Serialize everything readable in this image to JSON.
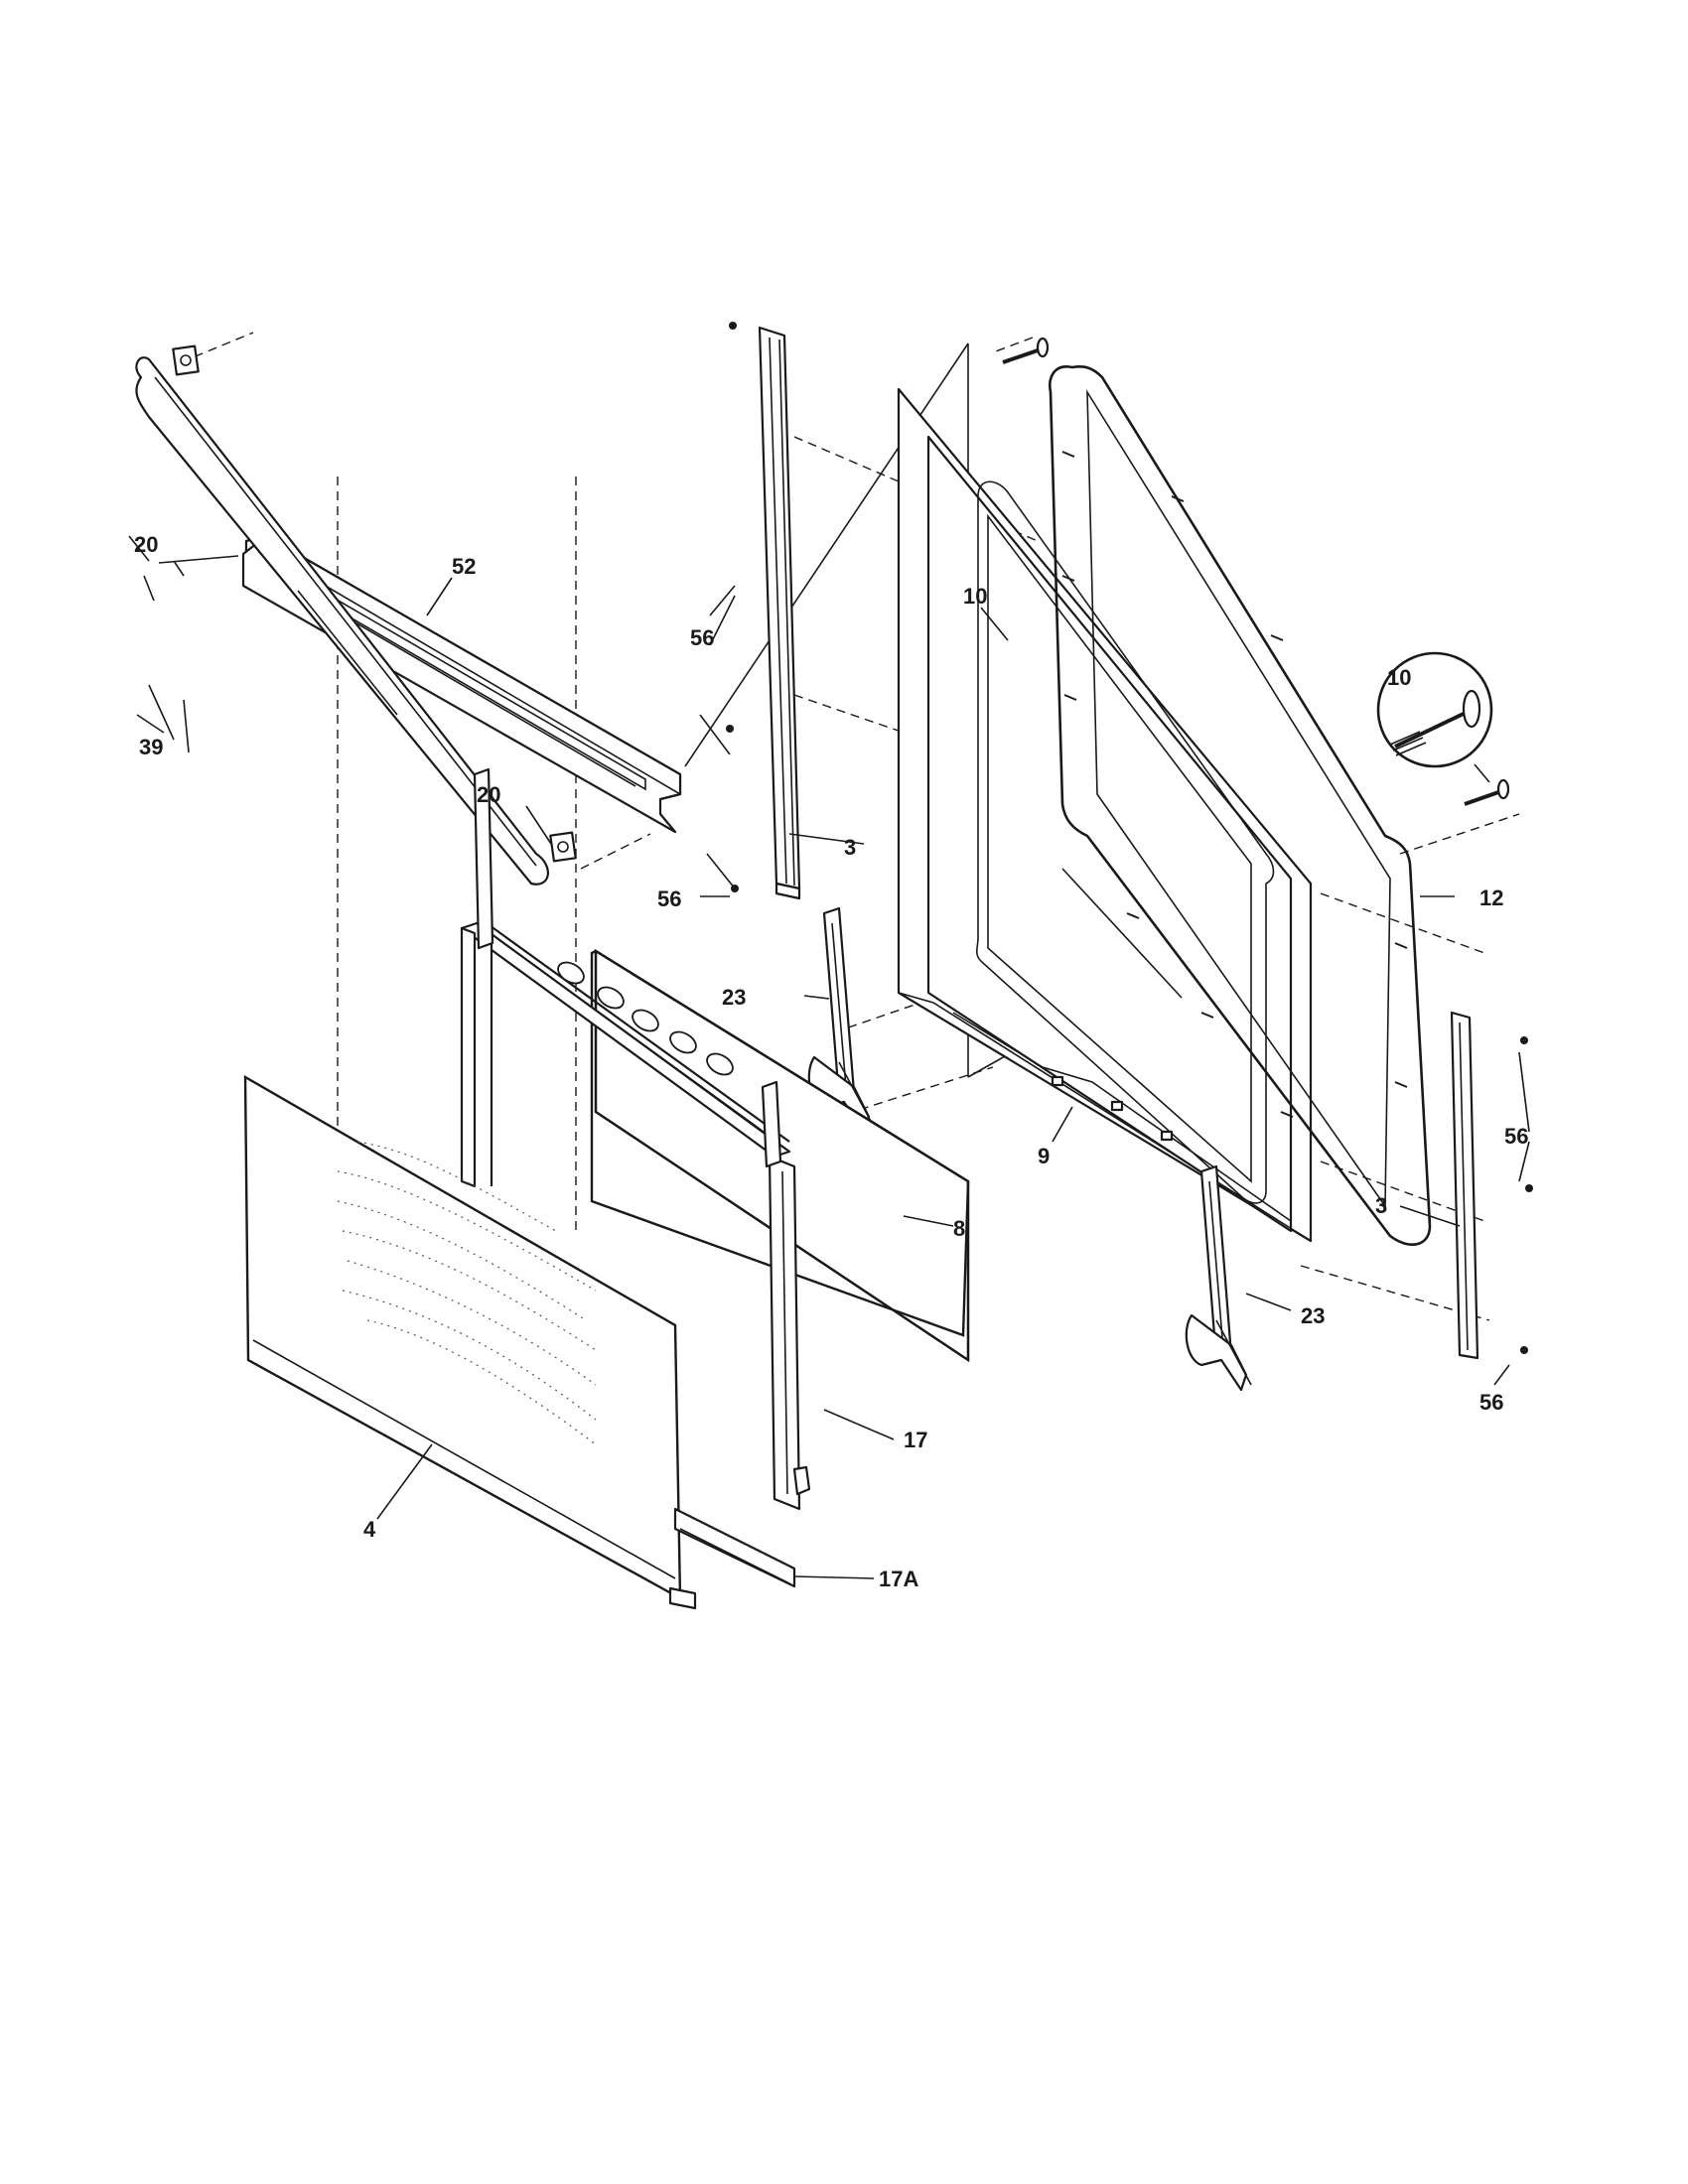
{
  "callouts": [
    {
      "id": "c-20a",
      "text": "20"
    },
    {
      "id": "c-52",
      "text": "52"
    },
    {
      "id": "c-39",
      "text": "39"
    },
    {
      "id": "c-20b",
      "text": "20"
    },
    {
      "id": "c-56a",
      "text": "56"
    },
    {
      "id": "c-3a",
      "text": "3"
    },
    {
      "id": "c-56b",
      "text": "56"
    },
    {
      "id": "c-10a",
      "text": "10"
    },
    {
      "id": "c-10b",
      "text": "10"
    },
    {
      "id": "c-12",
      "text": "12"
    },
    {
      "id": "c-23a",
      "text": "23"
    },
    {
      "id": "c-9",
      "text": "9"
    },
    {
      "id": "c-56c",
      "text": "56"
    },
    {
      "id": "c-3b",
      "text": "3"
    },
    {
      "id": "c-23b",
      "text": "23"
    },
    {
      "id": "c-56d",
      "text": "56"
    },
    {
      "id": "c-8",
      "text": "8"
    },
    {
      "id": "c-17",
      "text": "17"
    },
    {
      "id": "c-4",
      "text": "4"
    },
    {
      "id": "c-17A",
      "text": "17A"
    }
  ]
}
